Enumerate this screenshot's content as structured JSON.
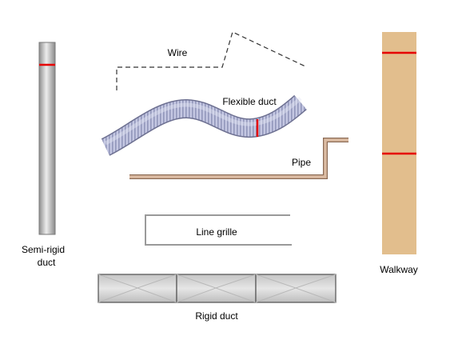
{
  "labels": {
    "semi_rigid_line1": "Semi-rigid",
    "semi_rigid_line2": "duct",
    "wire": "Wire",
    "flexible_duct": "Flexible duct",
    "pipe": "Pipe",
    "line_grille": "Line grille",
    "rigid_duct": "Rigid duct",
    "walkway": "Walkway"
  },
  "colors": {
    "marker_red": "#e60000",
    "pipe_tan": "#d8b49a",
    "walkway_tan": "#e2be8d",
    "flex_duct_lavender": "#b9bdd9",
    "semi_rigid_gray": "#c8c8c8",
    "rigid_duct_gray": "#d2d2d2",
    "grille_gray": "#9a9a9a"
  }
}
